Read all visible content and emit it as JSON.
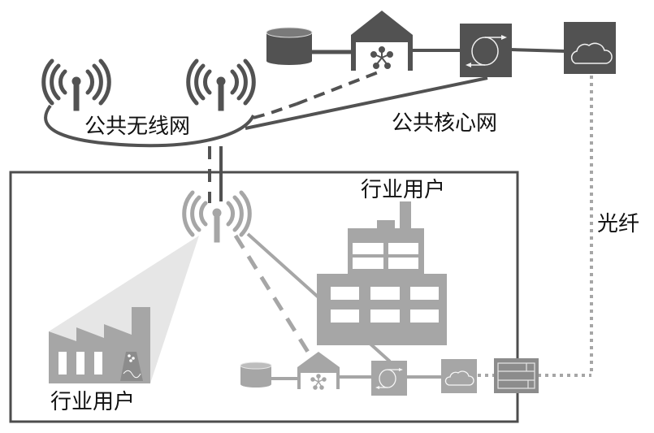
{
  "labels": {
    "public_wireless": "公共无线网",
    "public_core": "公共核心网",
    "fiber": "光纤",
    "industry_user_top": "行业用户",
    "industry_user_bottom": "行业用户"
  },
  "colors": {
    "dark": "#525252",
    "light": "#a6a6a6",
    "beam": "#e6e6e6",
    "fiber_dot": "#a6a6a6",
    "frame": "#4d4d4d"
  },
  "public_core": {
    "nodes": [
      "database-icon",
      "network-hub-icon",
      "routing-icon",
      "cloud-icon"
    ]
  },
  "private_network": {
    "nodes": [
      "database-icon",
      "network-hub-icon",
      "routing-icon",
      "cloud-icon",
      "firewall-icon"
    ]
  }
}
